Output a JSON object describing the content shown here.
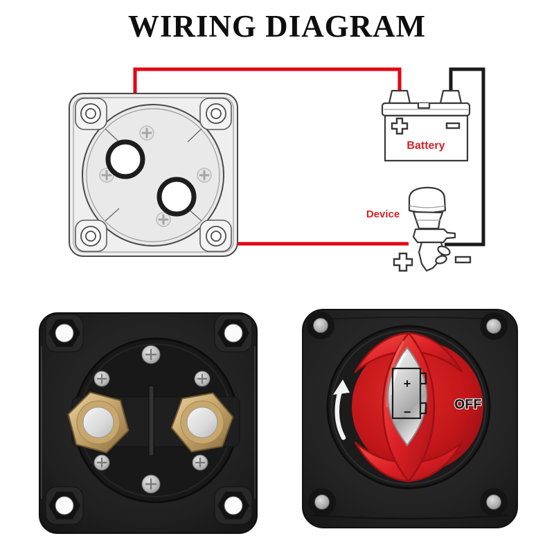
{
  "title": "WIRING DIAGRAM",
  "colors": {
    "wire_positive": "#e60012",
    "wire_negative": "#1b1b1b",
    "label_red": "#d42127",
    "knob_red": "#d01f23",
    "switch_body_black": "#1e1e1e",
    "brass_terminal": "#c2a066",
    "background": "#ffffff"
  },
  "schematic": {
    "battery": {
      "label": "Battery",
      "plus_symbol": "+",
      "minus_symbol": "−"
    },
    "device": {
      "label": "Device",
      "plus_symbol": "+",
      "minus_symbol": "−"
    }
  },
  "front_switch": {
    "off_label": "OFF",
    "lens_plus": "+",
    "lens_minus": "−",
    "rotation_arrow": "counterclockwise-arrow"
  }
}
